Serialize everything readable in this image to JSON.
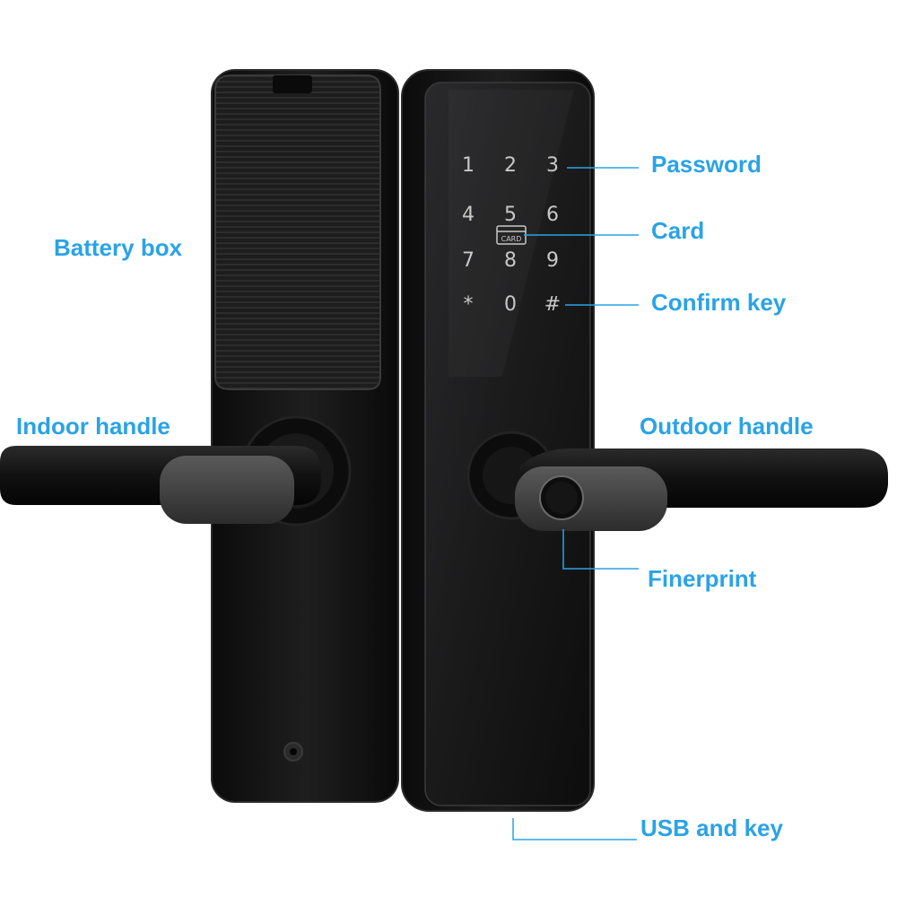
{
  "labels": {
    "battery_box": "Battery box",
    "indoor_handle": "Indoor handle",
    "password": "Password",
    "card": "Card",
    "confirm_key": "Confirm key",
    "outdoor_handle": "Outdoor handle",
    "fingerprint": "Finerprint",
    "usb_and_key": "USB and key"
  },
  "keypad": {
    "keys": [
      "1",
      "2",
      "3",
      "4",
      "5",
      "6",
      "7",
      "8",
      "9",
      "*",
      "0",
      "#"
    ],
    "card_text": "CARD"
  },
  "colors": {
    "label": "#2aa3e6",
    "leader_line": "#2aa3e6",
    "lock_body": "#141414",
    "glass_panel": "#1c1c1e",
    "background": "#ffffff"
  }
}
